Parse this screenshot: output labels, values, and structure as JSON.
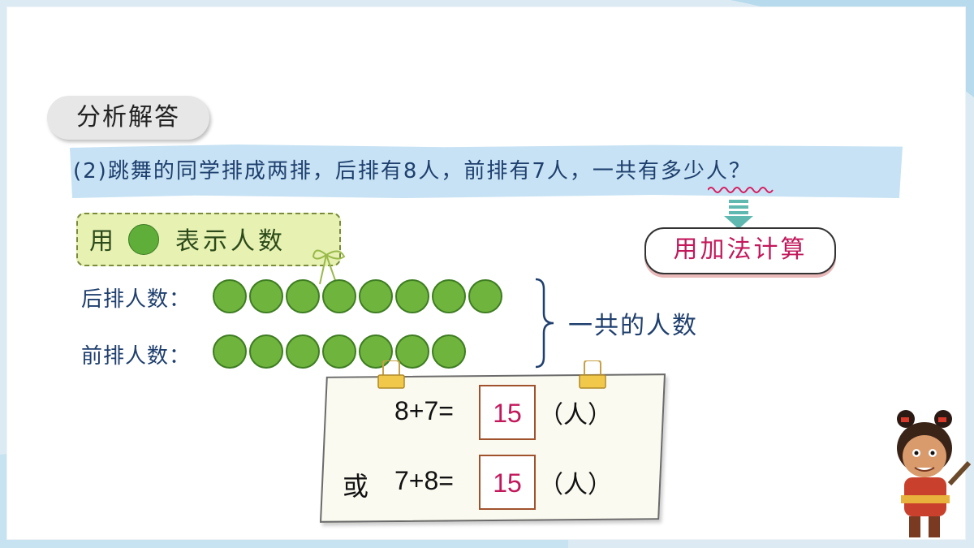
{
  "section_title": "分析解答",
  "question": "(2)跳舞的同学排成两排，后排有8人，前排有7人，一共有多少人？",
  "method": "用加法计算",
  "legend": {
    "prefix": "用",
    "suffix": "表示人数"
  },
  "rows": [
    {
      "label": "后排人数：",
      "count": 8
    },
    {
      "label": "前排人数：",
      "count": 7
    }
  ],
  "total_label": "一共的人数",
  "equations": [
    {
      "prefix": "",
      "expr": "8+7=",
      "answer": "15",
      "unit": "（人）"
    },
    {
      "prefix": "或",
      "expr": "7+8=",
      "answer": "15",
      "unit": "（人）"
    }
  ],
  "colors": {
    "dot": "#6fb43c",
    "accent": "#c2185b",
    "question_bg": "#c6e2f4"
  }
}
